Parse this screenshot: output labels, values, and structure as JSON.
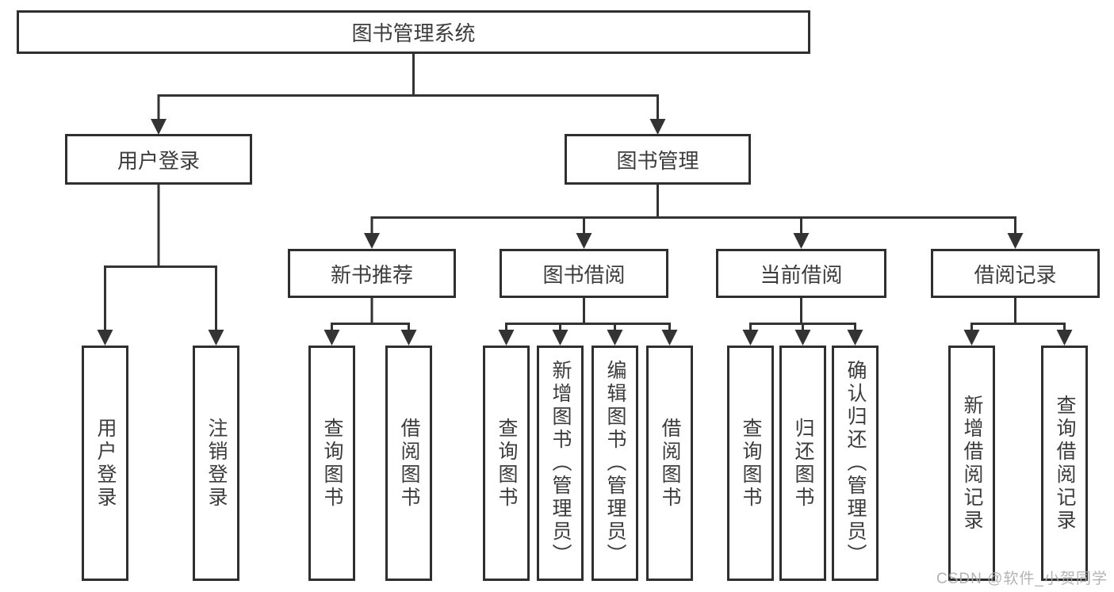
{
  "tree": {
    "root": {
      "label": "图书管理系统"
    },
    "children": [
      {
        "label": "用户登录",
        "children": [
          {
            "label": "用户登录"
          },
          {
            "label": "注销登录"
          }
        ]
      },
      {
        "label": "图书管理",
        "children": [
          {
            "label": "新书推荐",
            "children": [
              {
                "label": "查询图书"
              },
              {
                "label": "借阅图书"
              }
            ]
          },
          {
            "label": "图书借阅",
            "children": [
              {
                "label": "查询图书"
              },
              {
                "label": "新增图书（管理员）"
              },
              {
                "label": "编辑图书（管理员）"
              },
              {
                "label": "借阅图书"
              }
            ]
          },
          {
            "label": "当前借阅",
            "children": [
              {
                "label": "查询图书"
              },
              {
                "label": "归还图书"
              },
              {
                "label": "确认归还（管理员）"
              }
            ]
          },
          {
            "label": "借阅记录",
            "children": [
              {
                "label": "新增借阅记录"
              },
              {
                "label": "查询借阅记录"
              }
            ]
          }
        ]
      }
    ]
  },
  "watermark": {
    "text": "CSDN @软件_小贺同学"
  },
  "colors": {
    "background": "#ffffff",
    "line": "#333333",
    "box_border": "#2f2f2f",
    "text": "#3c3c3c",
    "watermark": "#ababab"
  }
}
